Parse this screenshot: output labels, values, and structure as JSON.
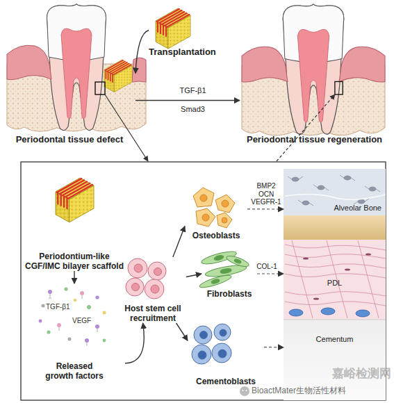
{
  "diagram": {
    "nodes": [
      {
        "text": [
          "Periodontal tissue defect"
        ]
      },
      {
        "text": [
          "Transplantation"
        ]
      },
      {
        "text": [
          "Periodontal tissue regeneration"
        ]
      },
      {
        "text": [
          "Periodontium-like CGF/IMC bilayer scaffold"
        ]
      },
      {
        "text": [
          "Released growth factors"
        ]
      },
      {
        "text": [
          "Host stem cell recruitment"
        ]
      },
      {
        "text": [
          "Osteoblasts"
        ]
      },
      {
        "text": [
          "Fibroblasts"
        ]
      },
      {
        "text": [
          "Cementoblasts"
        ]
      },
      {
        "text": [
          "Alveolar Bone"
        ]
      },
      {
        "text": [
          "PDL"
        ]
      },
      {
        "text": [
          "Cementum"
        ]
      }
    ],
    "edges": [
      {
        "from": 1,
        "to": 0,
        "arrow": "to"
      },
      {
        "from": 0,
        "to": 2,
        "arrow": "to",
        "label": "TGF-β1"
      },
      {
        "from": 3,
        "to": 4,
        "arrow": "to"
      },
      {
        "from": 4,
        "to": 5,
        "arrow": "to"
      },
      {
        "from": 5,
        "to": 6,
        "arrow": "to"
      },
      {
        "from": 5,
        "to": 7,
        "arrow": "to"
      },
      {
        "from": 5,
        "to": 8,
        "arrow": "to"
      },
      {
        "from": 6,
        "to": 9,
        "arrow": "to",
        "label": "BMP2 OCN VEGFR-1"
      },
      {
        "from": 7,
        "to": 10,
        "arrow": "to",
        "label": "COL-1"
      },
      {
        "from": 8,
        "to": 11,
        "arrow": "to"
      }
    ],
    "labels": [
      "TGF-β1",
      "VEGF",
      "Smad3",
      "嘉峪检测网",
      "BioactMater生物活性材料"
    ]
  }
}
